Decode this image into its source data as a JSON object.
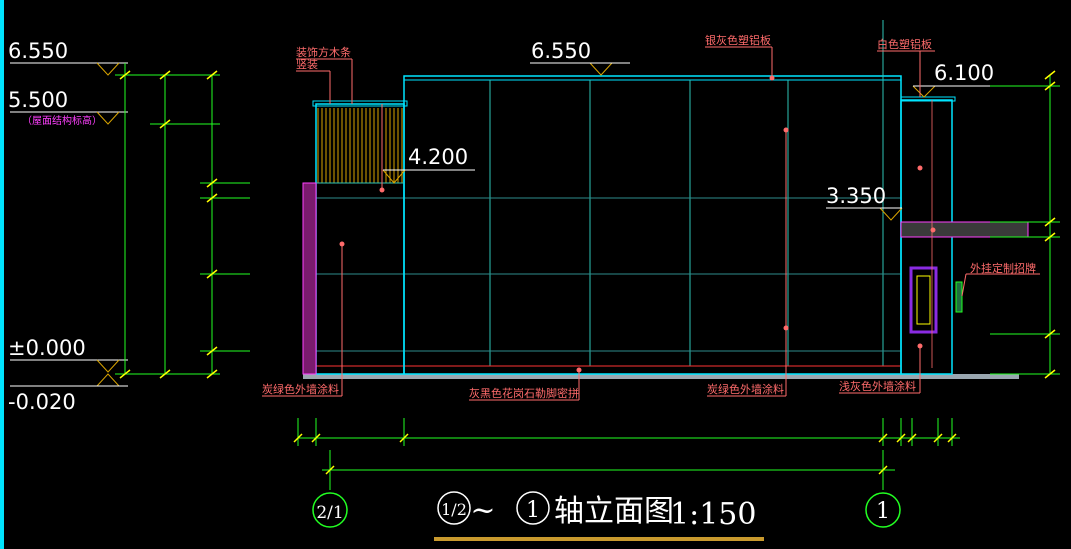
{
  "levels": {
    "top_left": "6.550",
    "roof_structure": "5.500",
    "roof_structure_note": "（屋面结构标高）",
    "ground": "±0.000",
    "minus": "-0.020",
    "main_roof": "6.550",
    "right_roof": "6.100",
    "canopy_top": "4.200",
    "right_canopy": "3.350"
  },
  "annotations": {
    "wood_strips_line1": "装饰方木条",
    "wood_strips_line2": "竖装",
    "silver_gray_panel": "银灰色塑铝板",
    "white_panel": "白色塑铝板",
    "sign_box": "外挂定制招牌",
    "dark_green_paint_left": "炭绿色外墙涂料",
    "granite_skirting": "灰黑色花岗石勒脚密拼",
    "dark_green_paint_right": "炭绿色外墙涂料",
    "light_gray_paint": "浅灰色外墙涂料"
  },
  "axes": {
    "left_label": "2/1",
    "right_label": "1"
  },
  "title": {
    "prefix_circle": "1/2",
    "tilde": "~",
    "suffix_circle": "1",
    "text": "轴立面图",
    "scale": "1:150"
  },
  "colors": {
    "background": "#000000",
    "cyan": "#00e5ff",
    "green": "#22ff22",
    "yellow": "#ffff00",
    "red_note": "#ff6b6b",
    "magenta": "#ff40ff",
    "orange_hatch": "#d9a400",
    "gold_underline": "#c99a2e"
  }
}
